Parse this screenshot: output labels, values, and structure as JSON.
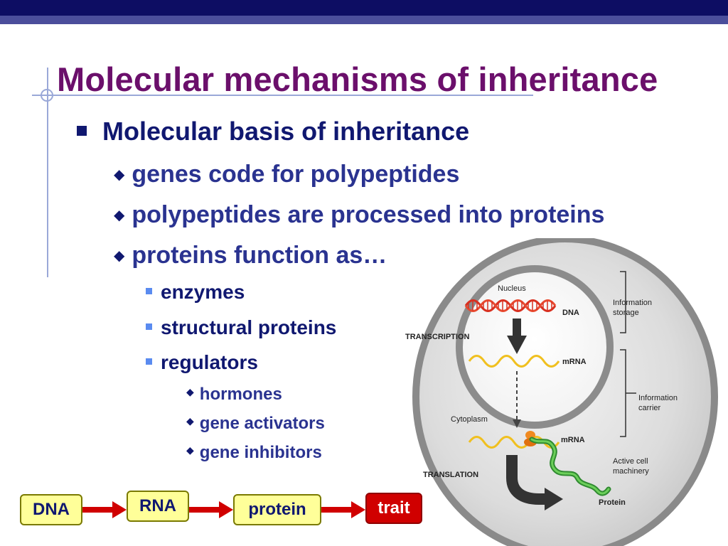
{
  "slide": {
    "title": "Molecular mechanisms of inheritance",
    "bullets": {
      "l1": "Molecular basis of inheritance",
      "l2a": "genes code for polypeptides",
      "l2b": "polypeptides are processed into proteins",
      "l2c": "proteins function as…",
      "l3a": "enzymes",
      "l3b": "structural proteins",
      "l3c": "regulators",
      "l4a": "hormones",
      "l4b": "gene activators",
      "l4c": "gene inhibitors"
    },
    "flow": [
      "DNA",
      "RNA",
      "protein",
      "trait"
    ]
  },
  "diagram": {
    "nucleus": "Nucleus",
    "dna": "DNA",
    "info_storage_1": "Information",
    "info_storage_2": "storage",
    "transcription": "TRANSCRIPTION",
    "mrna_top": "mRNA",
    "info_carrier_1": "Information",
    "info_carrier_2": "carrier",
    "cytoplasm": "Cytoplasm",
    "mrna_bottom": "mRNA",
    "active_1": "Active cell",
    "active_2": "machinery",
    "translation": "TRANSLATION",
    "protein": "Protein"
  },
  "colors": {
    "title": "#6b0f6b",
    "bullet_dark": "#101870",
    "bullet_mid": "#2a3390",
    "flow_box": "#ffff99",
    "trait_box": "#d00000",
    "arrow": "#d00000",
    "dna": "#d83020",
    "mrna": "#f0c020",
    "protein": "#3aa040"
  }
}
